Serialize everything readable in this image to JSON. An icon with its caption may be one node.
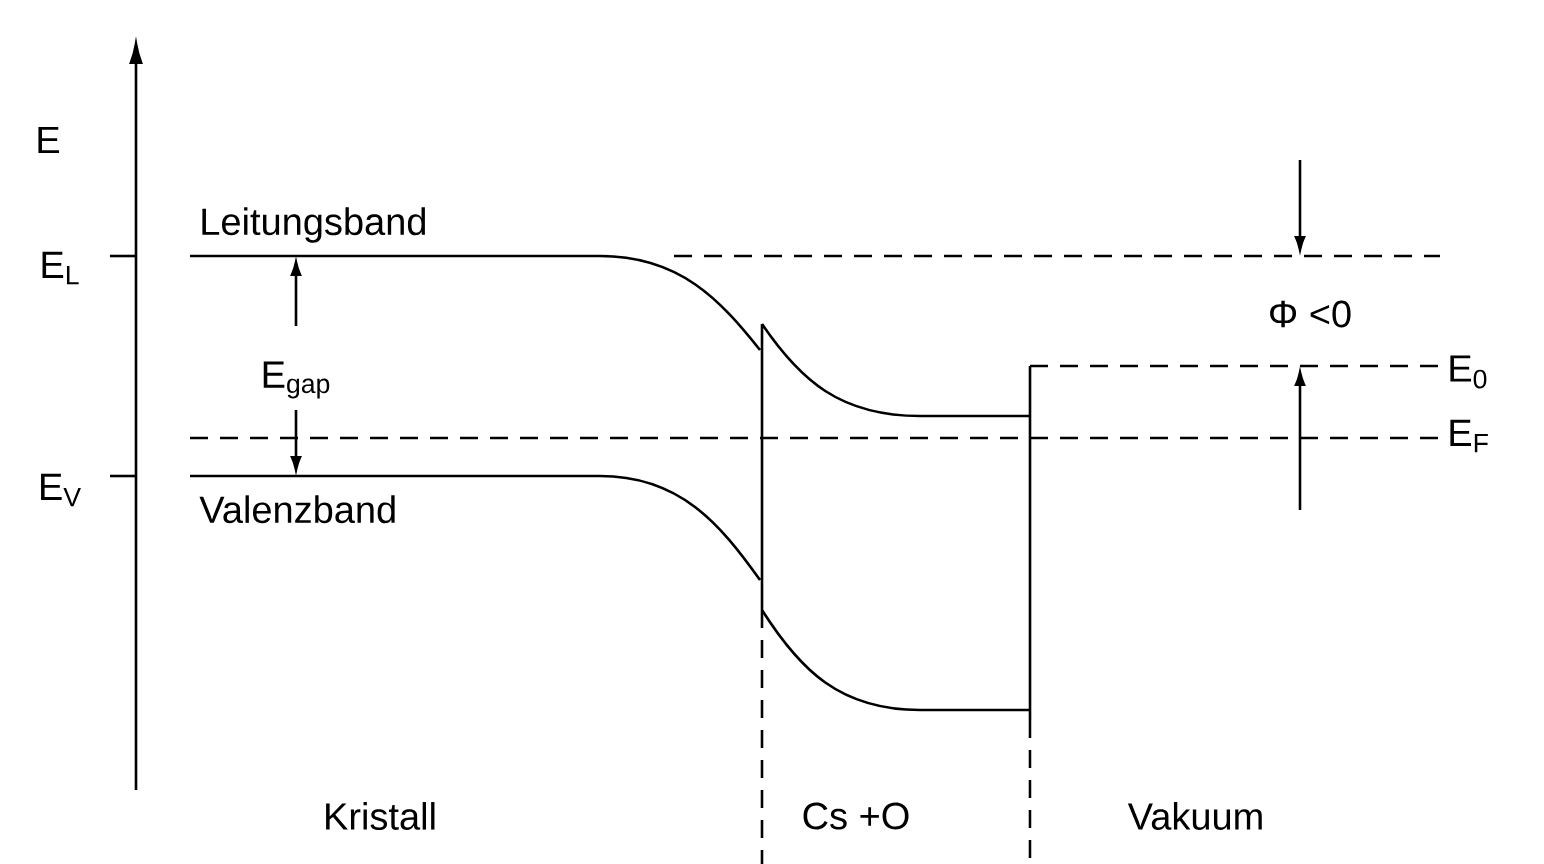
{
  "diagram": {
    "labels": [
      "E",
      "E$_{L}$",
      "Leitungsband",
      "E$_{gap}$",
      "E$_{V}$",
      "Valenzband",
      "Φ <0",
      "E$_{0}$",
      "E$_{F}$",
      "Kristall",
      "Cs +O",
      "Vakuum"
    ]
  }
}
